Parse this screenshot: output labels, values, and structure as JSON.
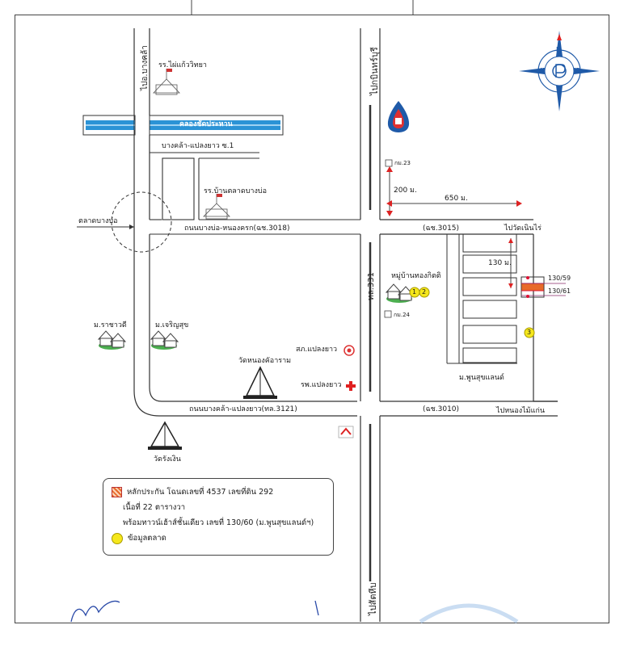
{
  "roads": {
    "north_left": "ไปอ.บางคล้า",
    "canal": "คลองชัดประหาน",
    "bangkla_plaengyao_soi1": "บางคล้า-แปลงยาว ซ.1",
    "road_3018": "ถนนบางบ่อ-หนองครก(ฉช.3018)",
    "road_3015": "(ฉช.3015)",
    "to_wat_noen_rai": "ไปวัดเนินไร่",
    "road_331": "ทล.331",
    "to_kabin_buri": "ไปกบินทร์บุรี",
    "road_3121": "ถนนบางคล้า-แปลงยาว(ทล.3121)",
    "road_3010": "(ฉช.3010)",
    "to_nong_mai_kaen": "ไปหนองไม้แก่น",
    "to_sattahip": "ไปสัตหีบ"
  },
  "places": {
    "school_phaikaew": "รร.ไผ่แก้ววิทยา",
    "school_ban_talat_bangbo": "รร.บ้านตลาดบางบ่อ",
    "talat_bangbo": "ตลาดบางบ่อ",
    "m_rachawadee": "ม.ราชาวดี",
    "m_charoensuk": "ม.เจริญสุข",
    "sor_or_plaengyao": "สภ.แปลงยาว",
    "wat_nong_kho": "วัดหนองคัอาราม",
    "hospital_plaengyao": "รพ.แปลงยาว",
    "wat_rang_doen": "วัดรังเงิน",
    "village_thongkit": "หมู่บ้านทองกิตติ",
    "m_poonsuk_land": "ม.พูนสุขแลนด์",
    "km23": "กม.23",
    "km24": "กม.24"
  },
  "distances": {
    "d200": "200 ม.",
    "d650": "650 ม.",
    "d130": "130 ม."
  },
  "house_numbers": {
    "h1": "130/59",
    "h2": "130/61"
  },
  "markers": {
    "m1": "1",
    "m2": "2",
    "m3": "3"
  },
  "compass": {
    "n": "N",
    "s": "S",
    "e": "E",
    "w": "W"
  },
  "legend": {
    "line1": "หลักประกัน โฉนดเลขที่ 4537 เลขที่ดิน 292",
    "line2": "เนื้อที่ 22 ตารางวา",
    "line3": "พร้อมทาวน์เฮ้าส์ชั้นเดียว เลขที่ 130/60 (ม.พูนสุขแลนด์ฯ)",
    "line4": "ข้อมูลตลาด"
  },
  "colors": {
    "subject_fill": "#e86a2a",
    "market_marker": "#f5e71c",
    "canal": "#2b93d6",
    "hospital_cross": "#e02020",
    "ptt_blue": "#1f5aa8"
  }
}
